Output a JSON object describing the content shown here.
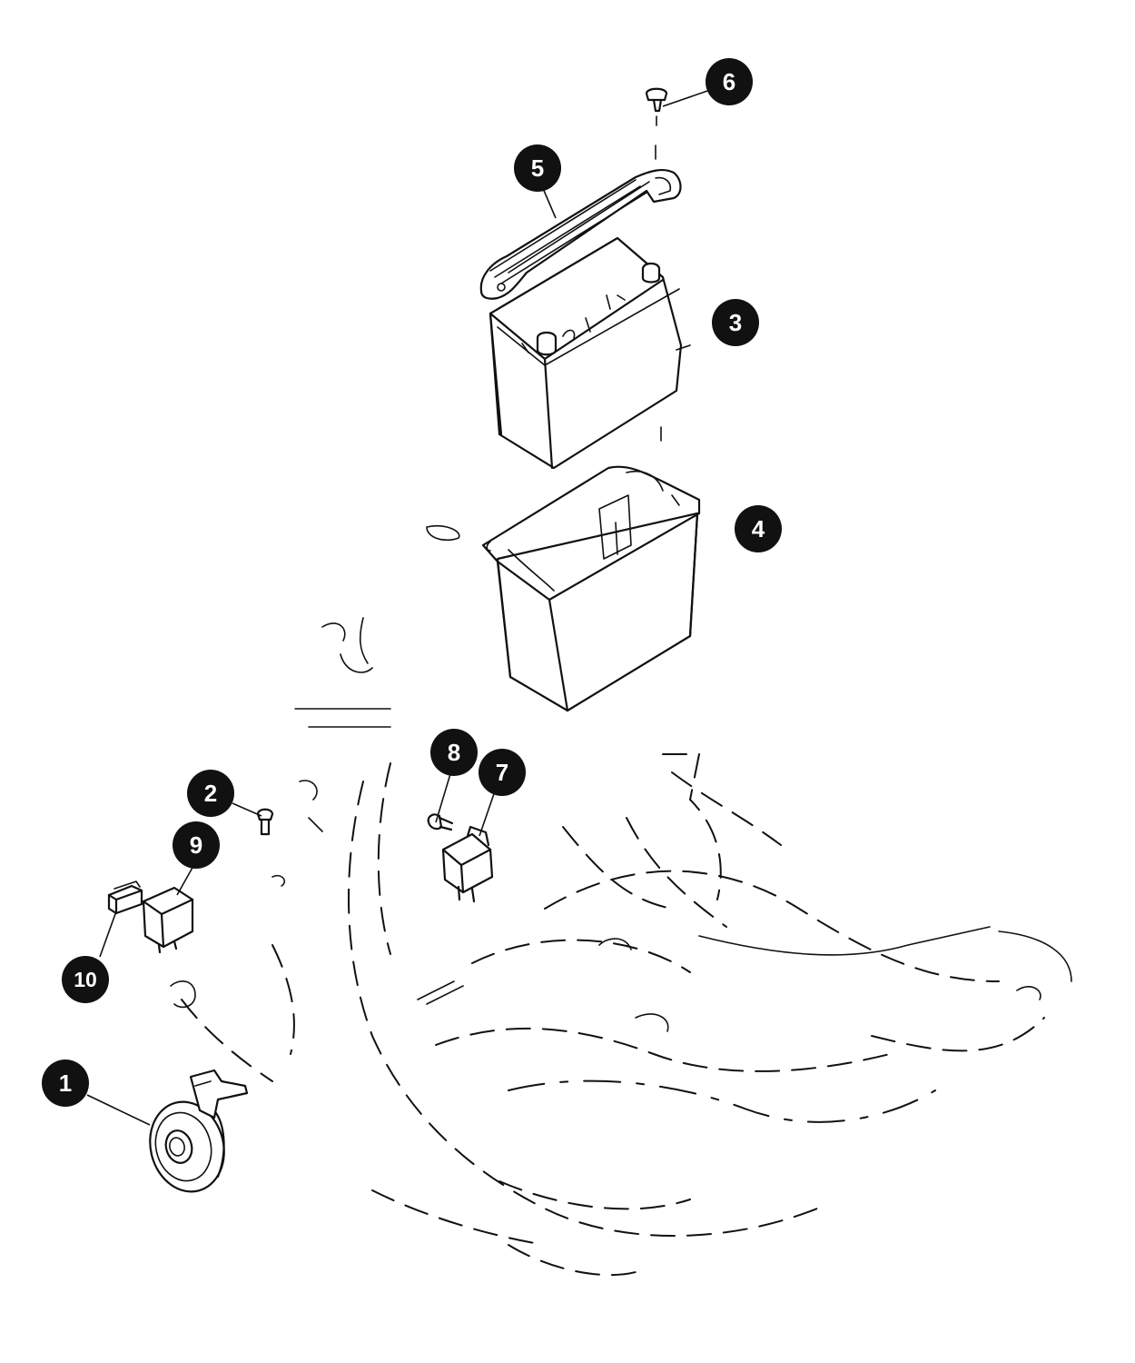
{
  "callouts": [
    {
      "label": "1",
      "part": "horn"
    },
    {
      "label": "2",
      "part": "bolt"
    },
    {
      "label": "3",
      "part": "battery"
    },
    {
      "label": "4",
      "part": "battery-tray"
    },
    {
      "label": "5",
      "part": "battery-strap"
    },
    {
      "label": "6",
      "part": "screw"
    },
    {
      "label": "7",
      "part": "relay"
    },
    {
      "label": "8",
      "part": "relay-bolt"
    },
    {
      "label": "9",
      "part": "relay"
    },
    {
      "label": "10",
      "part": "connector"
    }
  ],
  "colors": {
    "line": "#111111",
    "callout_fill": "#111111",
    "callout_text": "#ffffff",
    "background": "#ffffff"
  }
}
